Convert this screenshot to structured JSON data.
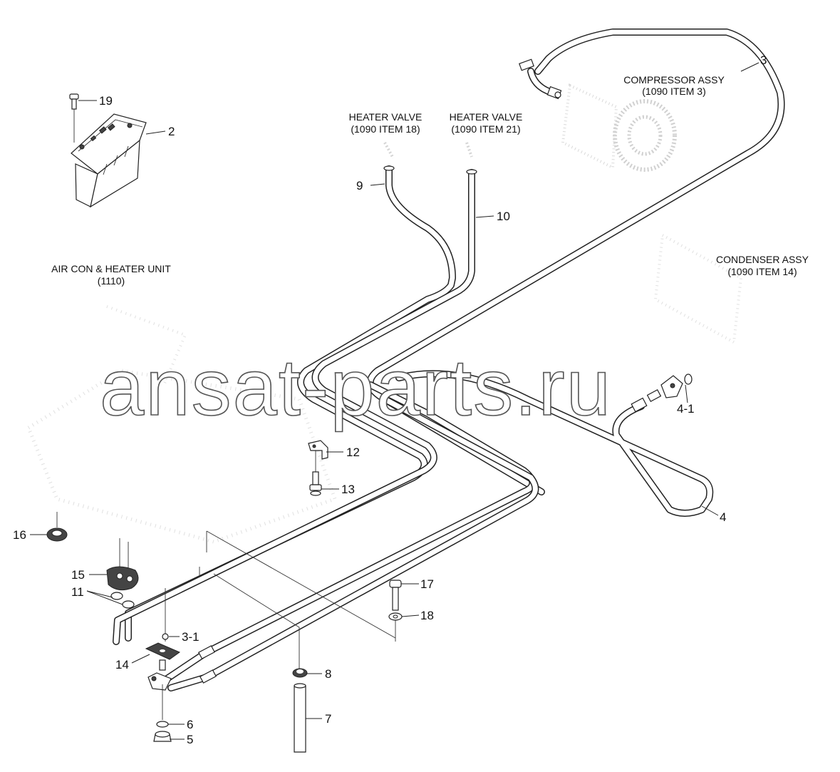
{
  "watermark": "ansat-parts.ru",
  "captions": {
    "compressor": [
      "COMPRESSOR ASSY",
      "(1090 ITEM 3)"
    ],
    "heater_valve_18": [
      "HEATER VALVE",
      "(1090 ITEM 18)"
    ],
    "heater_valve_21": [
      "HEATER VALVE",
      "(1090 ITEM 21)"
    ],
    "condenser": [
      "CONDENSER ASSY",
      "(1090 ITEM 14)"
    ],
    "aircon_unit": [
      "AIR CON & HEATER UNIT",
      "(1110)"
    ]
  },
  "callouts": {
    "c2": "2",
    "c3": "3",
    "c3_1": "3-1",
    "c4": "4",
    "c4_1": "4-1",
    "c5": "5",
    "c6": "6",
    "c7": "7",
    "c8": "8",
    "c9": "9",
    "c10": "10",
    "c11": "11",
    "c12": "12",
    "c13": "13",
    "c14": "14",
    "c15": "15",
    "c16": "16",
    "c17": "17",
    "c18": "18",
    "c19": "19"
  }
}
